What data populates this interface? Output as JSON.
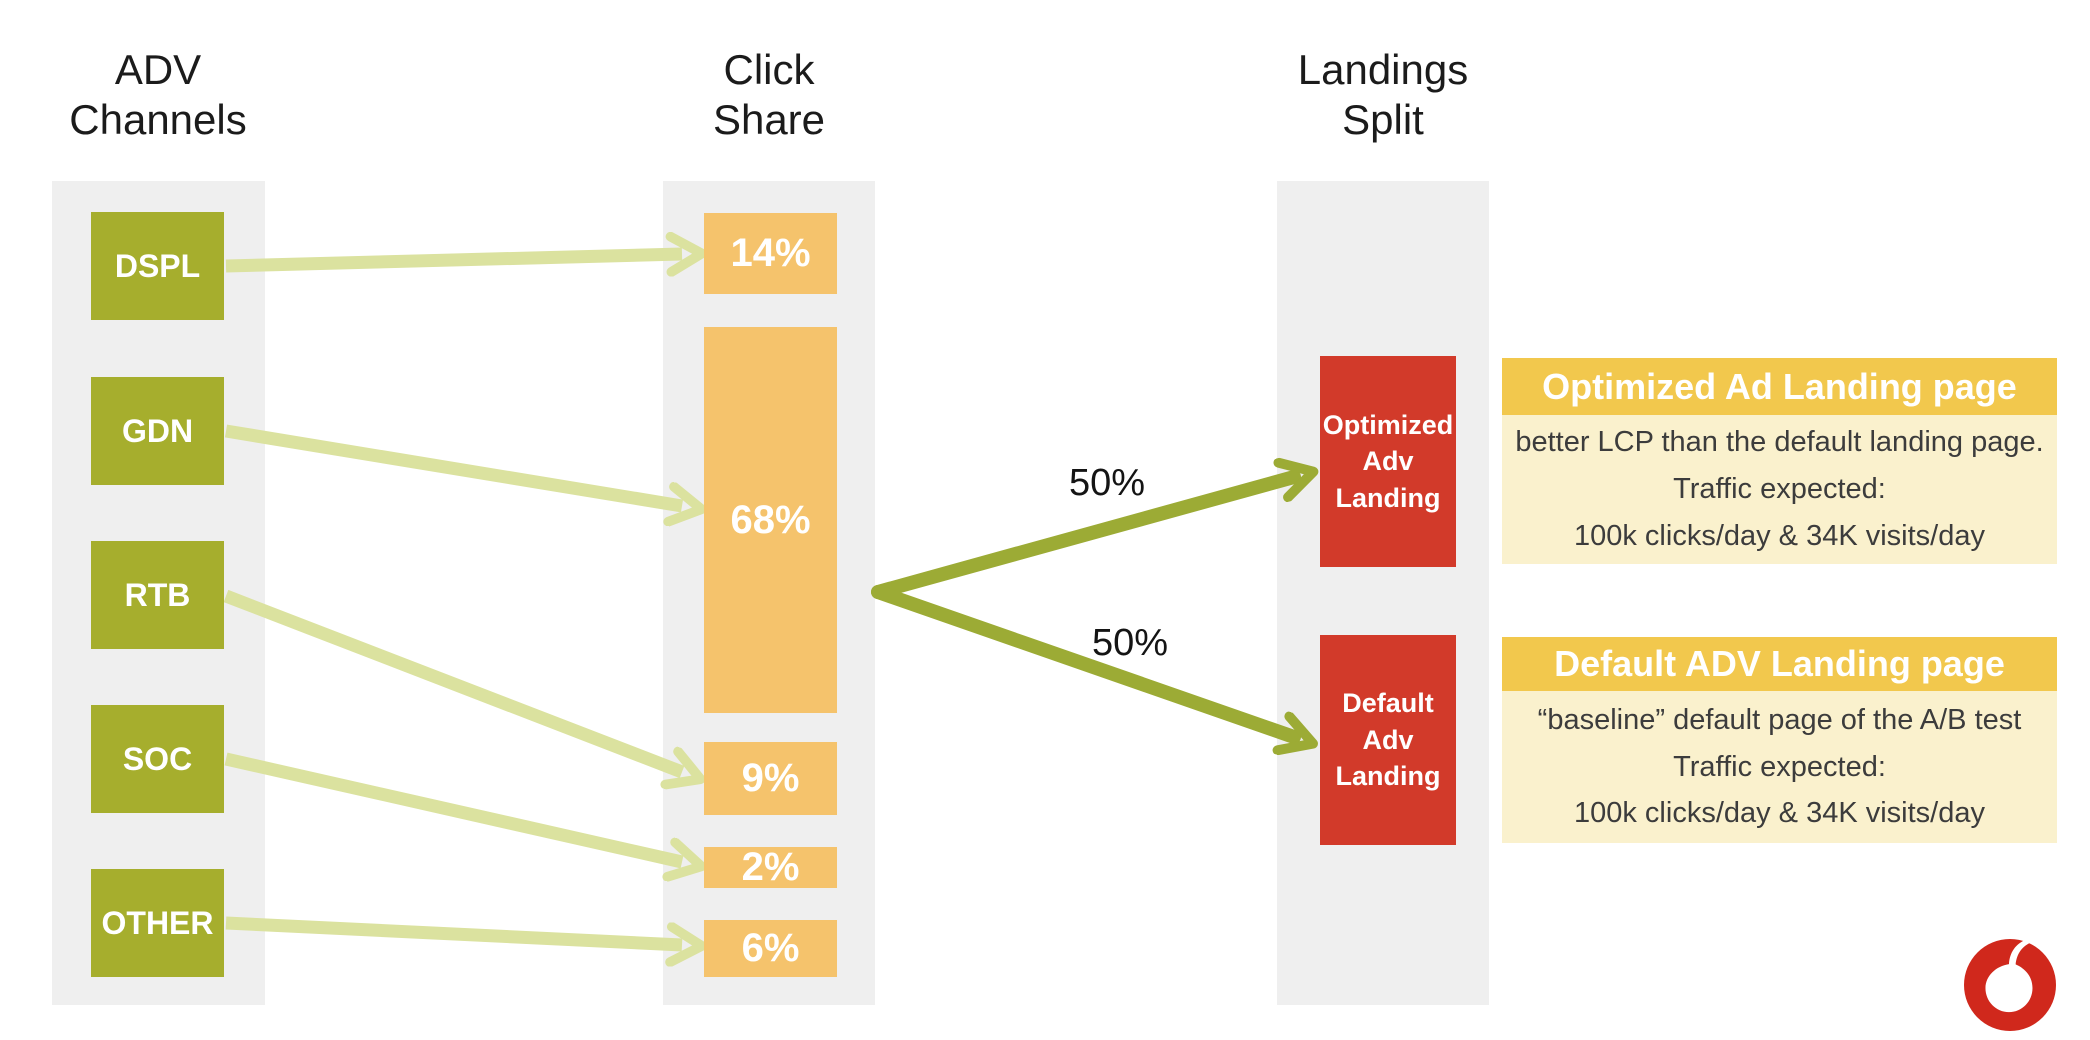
{
  "headers": {
    "channels": "ADV\nChannels",
    "click_share": "Click\nShare",
    "landings": "Landings\nSplit"
  },
  "channels": {
    "items": [
      {
        "label": "DSPL"
      },
      {
        "label": "GDN"
      },
      {
        "label": "RTB"
      },
      {
        "label": "SOC"
      },
      {
        "label": "OTHER"
      }
    ]
  },
  "click_share": {
    "items": [
      {
        "label": "14%"
      },
      {
        "label": "68%"
      },
      {
        "label": "9%"
      },
      {
        "label": "2%"
      },
      {
        "label": "6%"
      }
    ]
  },
  "landings": {
    "items": [
      {
        "label": "Optimized\nAdv\nLanding"
      },
      {
        "label": "Default\nAdv\nLanding"
      }
    ]
  },
  "split": {
    "upper_label": "50%",
    "lower_label": "50%"
  },
  "cards": [
    {
      "title": "Optimized Ad Landing page",
      "body": "better LCP than the default landing page.\nTraffic expected:\n100k clicks/day  & 34K visits/day"
    },
    {
      "title": "Default ADV Landing page",
      "body": "“baseline” default page of the A/B test\nTraffic expected:\n100k clicks/day  & 34K visits/day"
    }
  ],
  "flows": {
    "channel_to_share": [
      {
        "from": "DSPL",
        "to": "14%"
      },
      {
        "from": "GDN",
        "to": "68%"
      },
      {
        "from": "RTB",
        "to": "9%"
      },
      {
        "from": "SOC",
        "to": "2%"
      },
      {
        "from": "OTHER",
        "to": "6%"
      }
    ],
    "share_split": [
      {
        "from": "68%",
        "to": "Optimized Adv Landing",
        "share": "50%"
      },
      {
        "from": "68%",
        "to": "Default Adv Landing",
        "share": "50%"
      }
    ]
  },
  "colors": {
    "panel_gray": "#efefef",
    "channel_green": "#a6ae2d",
    "arrow_light_green": "#dbe29f",
    "arrow_dark_green": "#9cab35",
    "share_orange": "#f5c36c",
    "landing_red": "#d23a2a",
    "card_header_gold": "#f2c84d",
    "card_body_cream": "#faf1cd",
    "logo_red": "#d0281c"
  },
  "logo": {
    "name": "vodafone-logo"
  }
}
